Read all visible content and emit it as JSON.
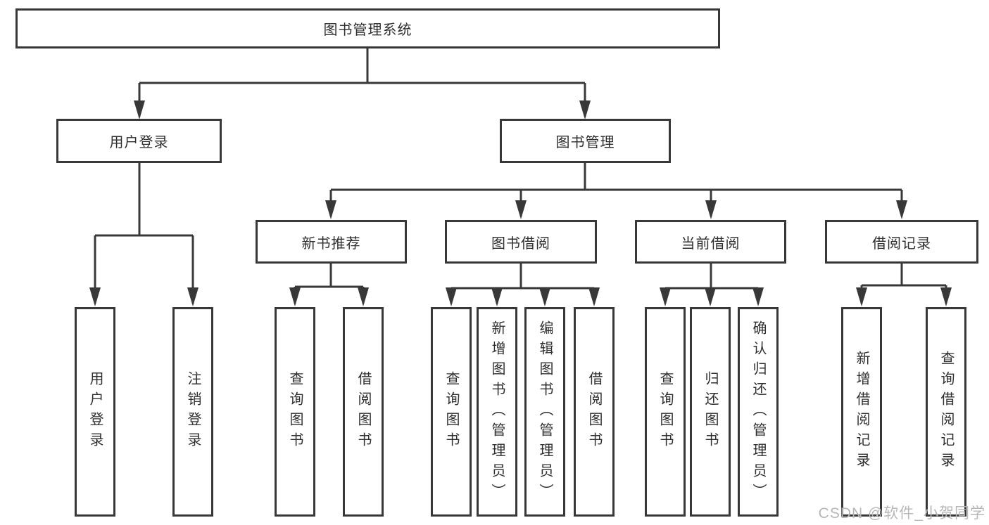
{
  "tree": {
    "root": {
      "label": "图书管理系统",
      "children": [
        {
          "label": "用户登录",
          "children": [
            {
              "label": "用户登录"
            },
            {
              "label": "注销登录"
            }
          ]
        },
        {
          "label": "图书管理",
          "children": [
            {
              "label": "新书推荐",
              "children": [
                {
                  "label": "查询图书"
                },
                {
                  "label": "借阅图书"
                }
              ]
            },
            {
              "label": "图书借阅",
              "children": [
                {
                  "label": "查询图书"
                },
                {
                  "label": "新增图书（管理员）"
                },
                {
                  "label": "编辑图书（管理员）"
                },
                {
                  "label": "借阅图书"
                }
              ]
            },
            {
              "label": "当前借阅",
              "children": [
                {
                  "label": "查询图书"
                },
                {
                  "label": "归还图书"
                },
                {
                  "label": "确认归还（管理员）"
                }
              ]
            },
            {
              "label": "借阅记录",
              "children": [
                {
                  "label": "新增借阅记录"
                },
                {
                  "label": "查询借阅记录"
                }
              ]
            }
          ]
        }
      ]
    }
  },
  "watermark": {
    "text": "CSDN @软件_小贺同学"
  },
  "colors": {
    "line": "#383838",
    "text": "#2f2f2f",
    "watermark": "#b7b7b7",
    "background": "#ffffff"
  }
}
